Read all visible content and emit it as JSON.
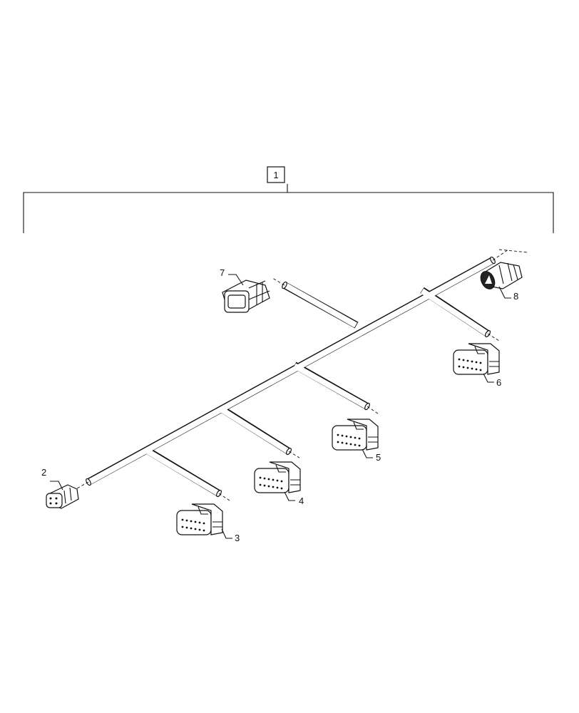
{
  "callouts": {
    "assembly": "1",
    "item2": "2",
    "item3": "3",
    "item4": "4",
    "item5": "5",
    "item6": "6",
    "item7": "7",
    "item8": "8"
  },
  "colors": {
    "line": "#111111",
    "background": "#ffffff"
  }
}
